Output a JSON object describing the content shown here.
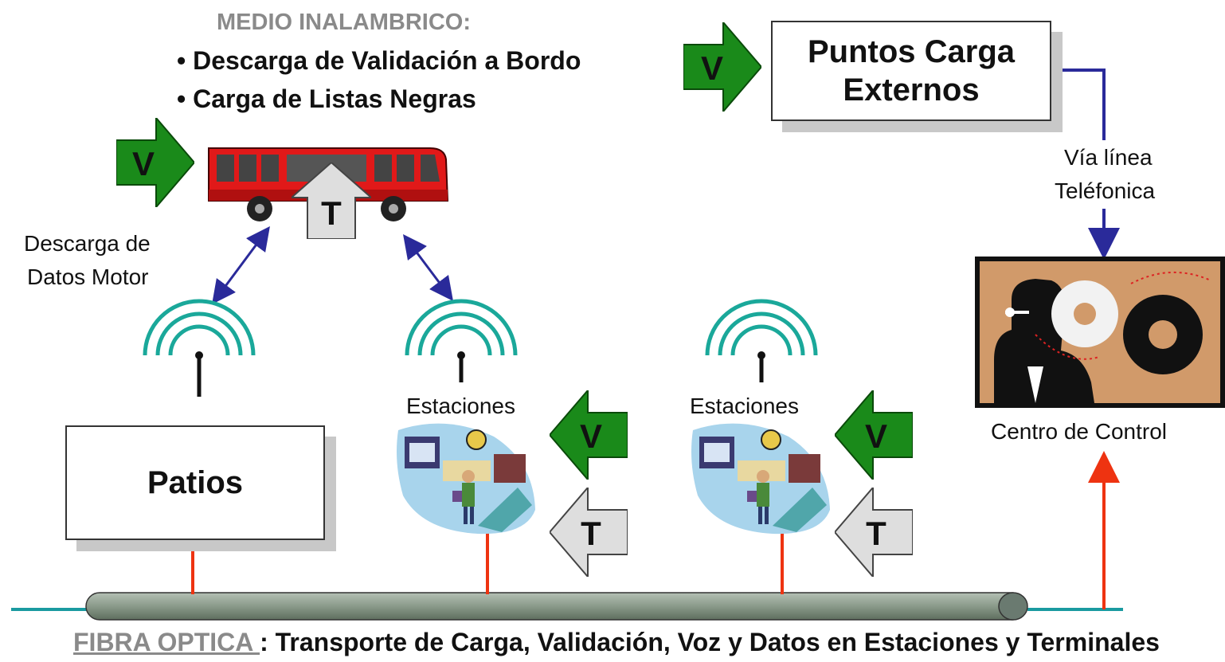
{
  "wireless": {
    "title": "MEDIO INALAMBRICO:",
    "items": [
      "• Descarga de Validación a Bordo",
      "• Carga de Listas Negras"
    ]
  },
  "arrows": {
    "v_label": "V",
    "t_label": "T"
  },
  "nodes": {
    "patios": "Patios",
    "puntos_carga_line1": "Puntos Carga",
    "puntos_carga_line2": "Externos",
    "estaciones_1": "Estaciones",
    "estaciones_2": "Estaciones",
    "centro_control": "Centro de Control"
  },
  "labels": {
    "descarga_line1": "Descarga de",
    "descarga_line2": "Datos Motor",
    "via_line1": "Vía línea",
    "via_line2": "Teléfonica"
  },
  "fiber": {
    "prefix": "FIBRA OPTICA ",
    "description": ": Transporte de Carga, Validación, Voz y Datos en Estaciones y Terminales"
  },
  "colors": {
    "green_arrow": "#1a8a1a",
    "gray_arrow": "#dedede",
    "bus_red": "#e11919",
    "antenna_teal": "#1aa89a",
    "link_blue": "#2a2a9a",
    "fiber_orange": "#ee3311",
    "fiber_body": "#8a9a8a"
  }
}
